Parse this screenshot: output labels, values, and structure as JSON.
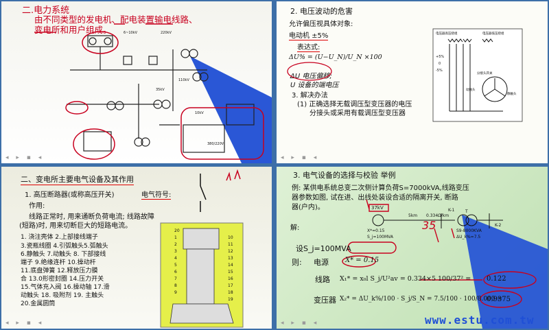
{
  "slide1": {
    "title": "二.电力系统",
    "line1": "由不同类型的发电机、配电装置输电线路、",
    "line2": "变电所和用户组成。",
    "labels": [
      "6~10kV",
      "220kV",
      "110kV",
      "35kV",
      "10kV",
      "380/220V"
    ]
  },
  "slide2": {
    "title": "2. 电压波动的危害",
    "allow": "允许偏压视具体对象:",
    "motor": "电动机  ±5%",
    "expr": "表达式:",
    "formula": "ΔU% = (U−U_N)/U_N ×100",
    "def1": "ΔU 电压偏移;",
    "def2": "U  设备的端电压",
    "solution": "3. 解决办法",
    "sol1": "(1) 正确选择无载调压型变压器的电压",
    "sol2": "分接头或采用有载调压型变压器",
    "diagram_labels": [
      "电压器高压绕组",
      "电压器低压绕组",
      "+5%",
      "0",
      "-5%",
      "分接头开关",
      "静触头",
      "动触头"
    ]
  },
  "slide3": {
    "title": "二、变电所主要电气设备及其作用",
    "item1": "1. 高压断路器(或称高压开关)",
    "symbol_label": "电气符号:",
    "role": "作用:",
    "text1": "线路正常时, 用来通断负荷电流; 线路故障",
    "text2": "(短路)时, 用来切断巨大的短路电流。",
    "parts1": "1.   浇注壳体    2.上部接线端子",
    "parts2": "3.瓷瓶线圈  4.引弧触头5.弧触头",
    "parts3": "6.静触头  7.动触头  8. 下部接线",
    "parts4": "端子      9.绝缘连杆  10.操动杆",
    "parts5": "11.底盘弹簧  12.释放压力膜",
    "parts6": "合  13.0形密封圈  14.压力开关",
    "parts7": "15.气体充入阀  16.操动轴  17.滑",
    "parts8": "动触头  18. 吸附剂  19. 主触头",
    "parts9": "20.金属圆筒",
    "numbers": [
      "20",
      "1",
      "2",
      "3",
      "4",
      "5",
      "6",
      "7",
      "8",
      "9",
      "10",
      "11",
      "12",
      "13",
      "14",
      "15",
      "16",
      "17",
      "18",
      "19"
    ]
  },
  "slide4": {
    "title": "3. 电气设备的选择与校验 举例",
    "ex1": "例: 某供电系统总变二次侧计算负荷S=7000kVA,线路变压",
    "ex2": "器参数如图, 试在进、出线处装设合适的隔离开关, 断路",
    "ex3": "器(户内)。",
    "sol": "解:",
    "d_kv": "37kV",
    "d_x": "X*=0.15",
    "d_s": "S_j=100MVA",
    "d_line": "5km",
    "d_ohm": "0.334Ω/km",
    "d_k1": "K-1",
    "d_t": "T",
    "d_k2": "K-2",
    "d_tr1": "S9-8000KVA",
    "d_tr2": "ΔU_k%=7.5",
    "annot35": "35",
    "sj": "设S_j=100MVA",
    "then": "则:",
    "src": "电源",
    "src_val": "X* = 0.15",
    "line_lbl": "线路",
    "line_eq": "X₁* = x₀l S_j/U²av = 0.334×5 100/37² =",
    "line_res": "0.122",
    "tr_lbl": "变压器",
    "tr_eq": "X₂* = ΔU_k%/100 · S_j/S_N = 7.5/100 · 100/8.000 =",
    "tr_res": "0.9375",
    "watermark": "www.estu.com.tw"
  },
  "nav": "◂ ▸ ▪ ◂",
  "colors": {
    "background": "#3d6fa8",
    "accent": "#c8001e",
    "highlight_blue": "#1f4fd6"
  }
}
